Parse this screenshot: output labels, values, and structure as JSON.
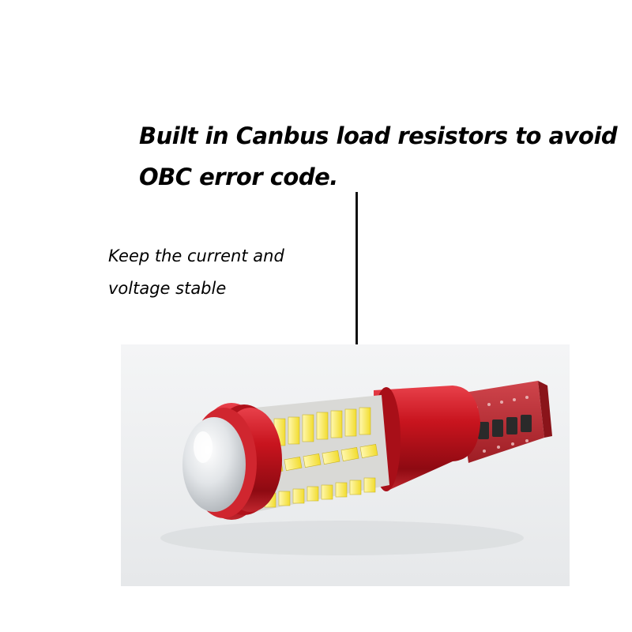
{
  "headline": {
    "line1": "Built in Canbus load resistors to avoid",
    "line2": "OBC error code."
  },
  "subtext": {
    "line1": "Keep the current and",
    "line2": "voltage stable"
  },
  "colors": {
    "housing_red": "#c8141e",
    "led_yellow": "#f7e84a",
    "pcb_red": "#b8232b",
    "lens_grey": "#d9dcde"
  }
}
